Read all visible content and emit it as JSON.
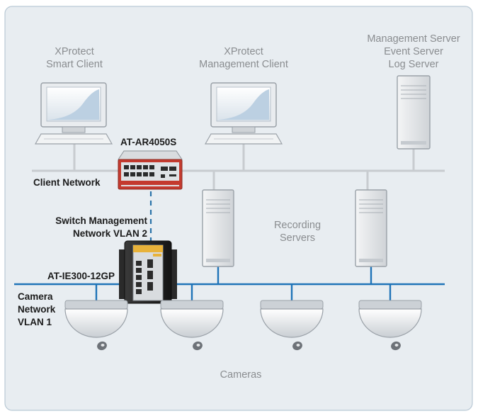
{
  "labels": {
    "smart_client": "XProtect\nSmart Client",
    "mgmt_client": "XProtect\nManagement Client",
    "servers": "Management Server\nEvent Server\nLog Server",
    "router": "AT-AR4050S",
    "client_network": "Client Network",
    "switch_mgmt": "Switch Management\nNetwork VLAN 2",
    "recording_servers": "Recording\nServers",
    "switch": "AT-IE300-12GP",
    "camera_network": "Camera\nNetwork\nVLAN 1",
    "cameras": "Cameras"
  },
  "colors": {
    "panel_bg": "#e8edf1",
    "panel_border": "#b9c9d5",
    "client_line": "#c8ccd0",
    "camera_line": "#1f74b8",
    "vlan_dash": "#2a73a8",
    "router_accent": "#c0392b",
    "switch_accent": "#e8b23a"
  },
  "icons": {
    "workstation": "desktop-computer-icon",
    "server": "tower-server-icon",
    "router": "router-icon",
    "switch": "industrial-switch-icon",
    "camera": "dome-camera-icon"
  }
}
